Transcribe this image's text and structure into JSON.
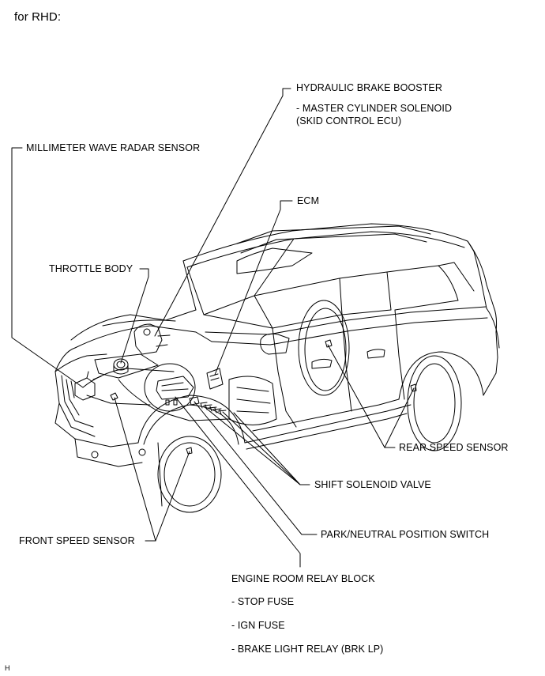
{
  "header": "for RHD:",
  "corner_mark": "H",
  "labels": {
    "hydraulic_brake_booster": "HYDRAULIC BRAKE BOOSTER",
    "master_cylinder_solenoid": "- MASTER CYLINDER SOLENOID",
    "skid_control_ecu": "(SKID CONTROL ECU)",
    "millimeter_wave_radar_sensor": "MILLIMETER WAVE RADAR SENSOR",
    "ecm": "ECM",
    "throttle_body": "THROTTLE BODY",
    "rear_speed_sensor": "REAR SPEED SENSOR",
    "shift_solenoid_valve": "SHIFT SOLENOID VALVE",
    "park_neutral_position_switch": "PARK/NEUTRAL POSITION SWITCH",
    "front_speed_sensor": "FRONT SPEED SENSOR",
    "engine_room_relay_block": "ENGINE ROOM RELAY BLOCK",
    "stop_fuse": "- STOP FUSE",
    "ign_fuse": "- IGN FUSE",
    "brake_light_relay": "- BRAKE LIGHT RELAY (BRK LP)"
  }
}
